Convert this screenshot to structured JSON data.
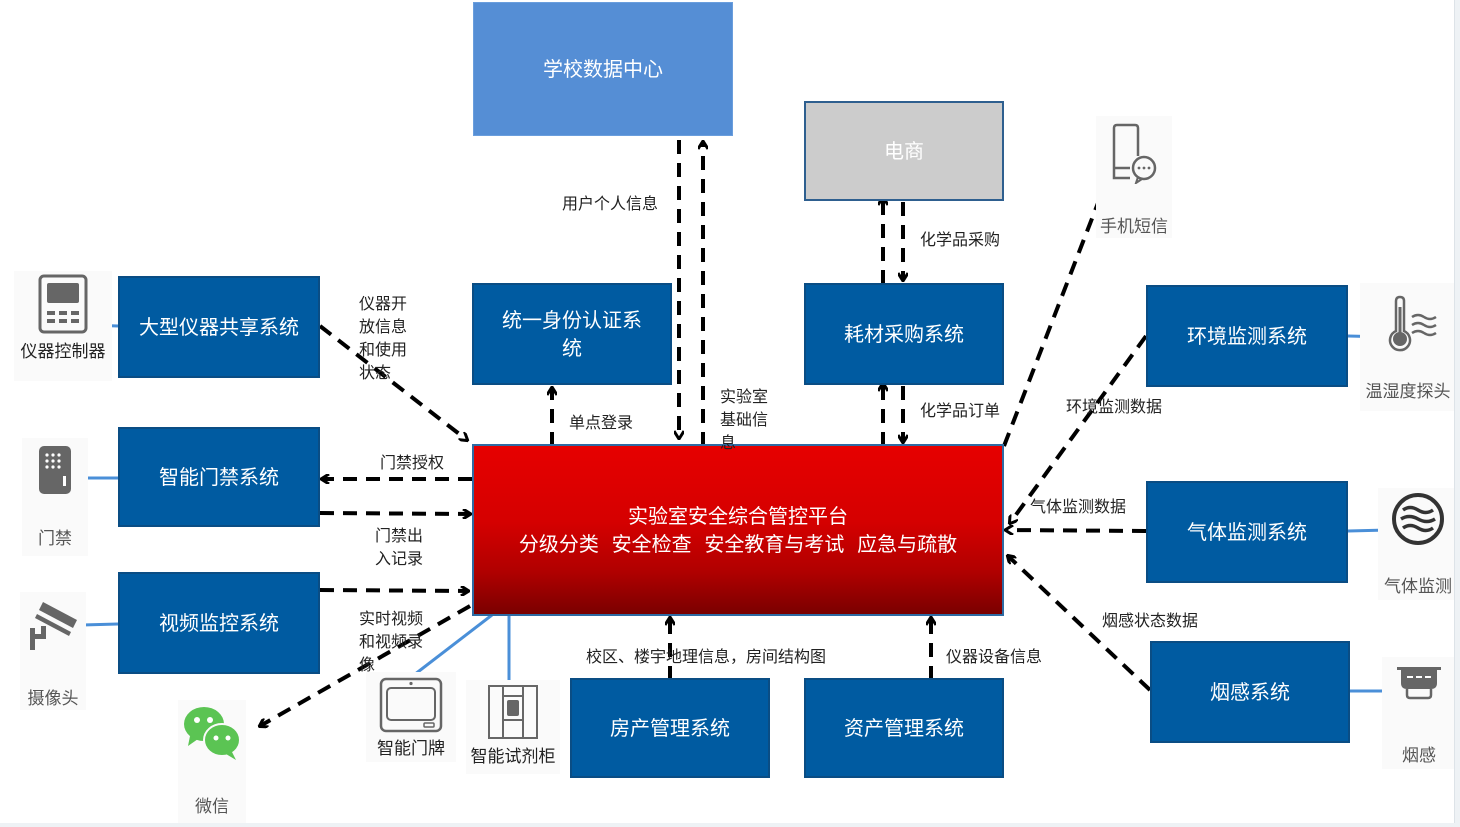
{
  "central_platform": {
    "title": "实验室安全综合管控平台",
    "modules": "分级分类  安全检查  安全教育与考试  应急与疏散"
  },
  "systems": {
    "data_center": "学校数据中心",
    "ecommerce": "电商",
    "unified_auth": "统一身份认证系统",
    "procurement": "耗材采购系统",
    "instrument_sharing": "大型仪器共享系统",
    "access_control": "智能门禁系统",
    "video_surveillance": "视频监控系统",
    "property_mgmt": "房产管理系统",
    "asset_mgmt": "资产管理系统",
    "env_monitor": "环境监测系统",
    "gas_monitor": "气体监测系统",
    "smoke_system": "烟感系统"
  },
  "flows": {
    "user_info": "用户个人信息",
    "lab_basic_info": "实验室基础信息",
    "sso": "单点登录",
    "chem_purchase": "化学品采购",
    "chem_order": "化学品订单",
    "instrument_info": "仪器开放信息和使用状态",
    "access_auth": "门禁授权",
    "access_records": "门禁出入记录",
    "video": "实时视频和视频录像",
    "campus_geo": "校区、楼宇地理信息，房间结构图",
    "equipment_info": "仪器设备信息",
    "env_data": "环境监测数据",
    "gas_data": "气体监测数据",
    "smoke_data": "烟感状态数据"
  },
  "devices": {
    "instrument_controller": "仪器控制器",
    "door_lock": "门禁",
    "camera": "摄像头",
    "wechat": "微信",
    "smart_doorplate": "智能门牌",
    "reagent_cabinet": "智能试剂柜",
    "sms": "手机短信",
    "temp_humidity_probe": "温湿度探头",
    "gas_sensor": "气体监测",
    "smoke_detector": "烟感"
  },
  "colors": {
    "system_box": "#005ba1",
    "data_center": "#558ed5",
    "ecommerce": "#cccccc",
    "platform_top": "#e60000",
    "platform_bottom": "#7a0000",
    "device_link": "#4a8fd8",
    "wechat_green": "#5bc453"
  }
}
